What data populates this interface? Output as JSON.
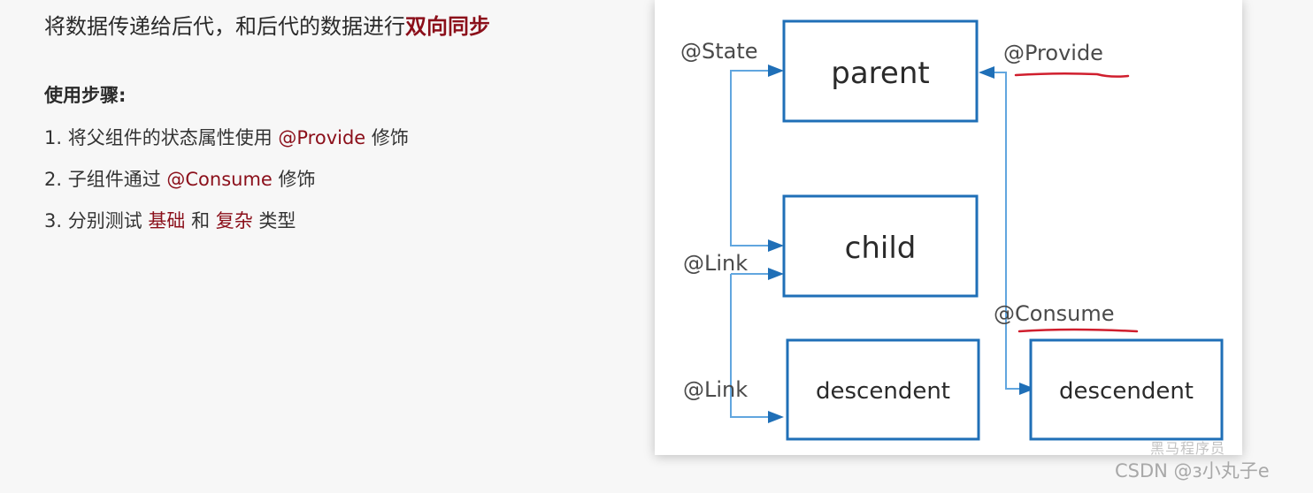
{
  "intro": {
    "title_plain": "将数据传递给后代，和后代的数据进行",
    "title_highlight": "双向同步"
  },
  "steps": {
    "heading": "使用步骤:",
    "items": [
      {
        "prefix": "1. 将父组件的状态属性使用 ",
        "keyword": "@Provide",
        "suffix": " 修饰"
      },
      {
        "prefix": "2. 子组件通过 ",
        "keyword": "@Consume",
        "suffix": " 修饰"
      },
      {
        "prefix": "3. 分别测试 ",
        "keyword1": "基础",
        "middle": " 和 ",
        "keyword2": "复杂",
        "suffix": " 类型"
      }
    ]
  },
  "diagram": {
    "boxes": {
      "parent": "parent",
      "child": "child",
      "descendent_left": "descendent",
      "descendent_right": "descendent"
    },
    "labels": {
      "state": "@State",
      "provide": "@Provide",
      "link_child": "@Link",
      "link_descendent": "@Link",
      "consume": "@Consume"
    },
    "colors": {
      "box_border": "#1f6fb7",
      "connector": "#61a6df",
      "underline": "#d01e2d",
      "highlight": "#8b0f1a"
    }
  },
  "watermark": {
    "brand": "黑马程序员",
    "credit": "CSDN @з小丸子e"
  }
}
